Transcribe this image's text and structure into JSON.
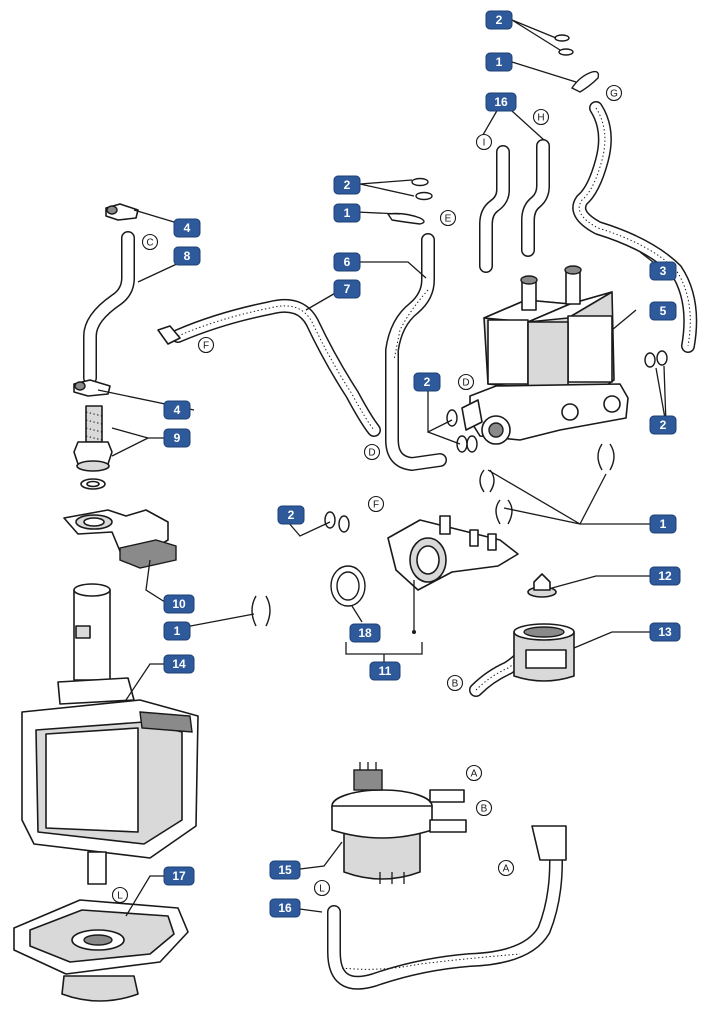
{
  "colors": {
    "tag": "#2e5a9c",
    "tag_text": "#ffffff",
    "line": "#1a1a1a"
  },
  "callouts": [
    {
      "id": "c-2-top",
      "label": "2"
    },
    {
      "id": "c-1-top",
      "label": "1"
    },
    {
      "id": "c-16-top",
      "label": "16"
    },
    {
      "id": "c-2-mid",
      "label": "2"
    },
    {
      "id": "c-1-mid",
      "label": "1"
    },
    {
      "id": "c-4-top",
      "label": "4"
    },
    {
      "id": "c-8",
      "label": "8"
    },
    {
      "id": "c-6",
      "label": "6"
    },
    {
      "id": "c-7",
      "label": "7"
    },
    {
      "id": "c-3",
      "label": "3"
    },
    {
      "id": "c-5",
      "label": "5"
    },
    {
      "id": "c-2-valve",
      "label": "2"
    },
    {
      "id": "c-4-bot",
      "label": "4"
    },
    {
      "id": "c-9",
      "label": "9"
    },
    {
      "id": "c-2-right",
      "label": "2"
    },
    {
      "id": "c-2-left",
      "label": "2"
    },
    {
      "id": "c-1-right",
      "label": "1"
    },
    {
      "id": "c-10",
      "label": "10"
    },
    {
      "id": "c-12",
      "label": "12"
    },
    {
      "id": "c-1-left",
      "label": "1"
    },
    {
      "id": "c-13",
      "label": "13"
    },
    {
      "id": "c-18",
      "label": "18"
    },
    {
      "id": "c-14",
      "label": "14"
    },
    {
      "id": "c-11",
      "label": "11"
    },
    {
      "id": "c-15",
      "label": "15"
    },
    {
      "id": "c-17",
      "label": "17"
    },
    {
      "id": "c-16-bot",
      "label": "16"
    }
  ],
  "connection_points": [
    {
      "id": "p-g",
      "label": "G"
    },
    {
      "id": "p-h",
      "label": "H"
    },
    {
      "id": "p-i",
      "label": "I"
    },
    {
      "id": "p-e",
      "label": "E"
    },
    {
      "id": "p-c",
      "label": "C"
    },
    {
      "id": "p-f-top",
      "label": "F"
    },
    {
      "id": "p-d-valve",
      "label": "D"
    },
    {
      "id": "p-d-hose",
      "label": "D"
    },
    {
      "id": "p-f-mid",
      "label": "F"
    },
    {
      "id": "p-b-top",
      "label": "B"
    },
    {
      "id": "p-a-top",
      "label": "A"
    },
    {
      "id": "p-b-bot",
      "label": "B"
    },
    {
      "id": "p-a-bot",
      "label": "A"
    },
    {
      "id": "p-l-top",
      "label": "L"
    },
    {
      "id": "p-l-bot",
      "label": "L"
    }
  ]
}
